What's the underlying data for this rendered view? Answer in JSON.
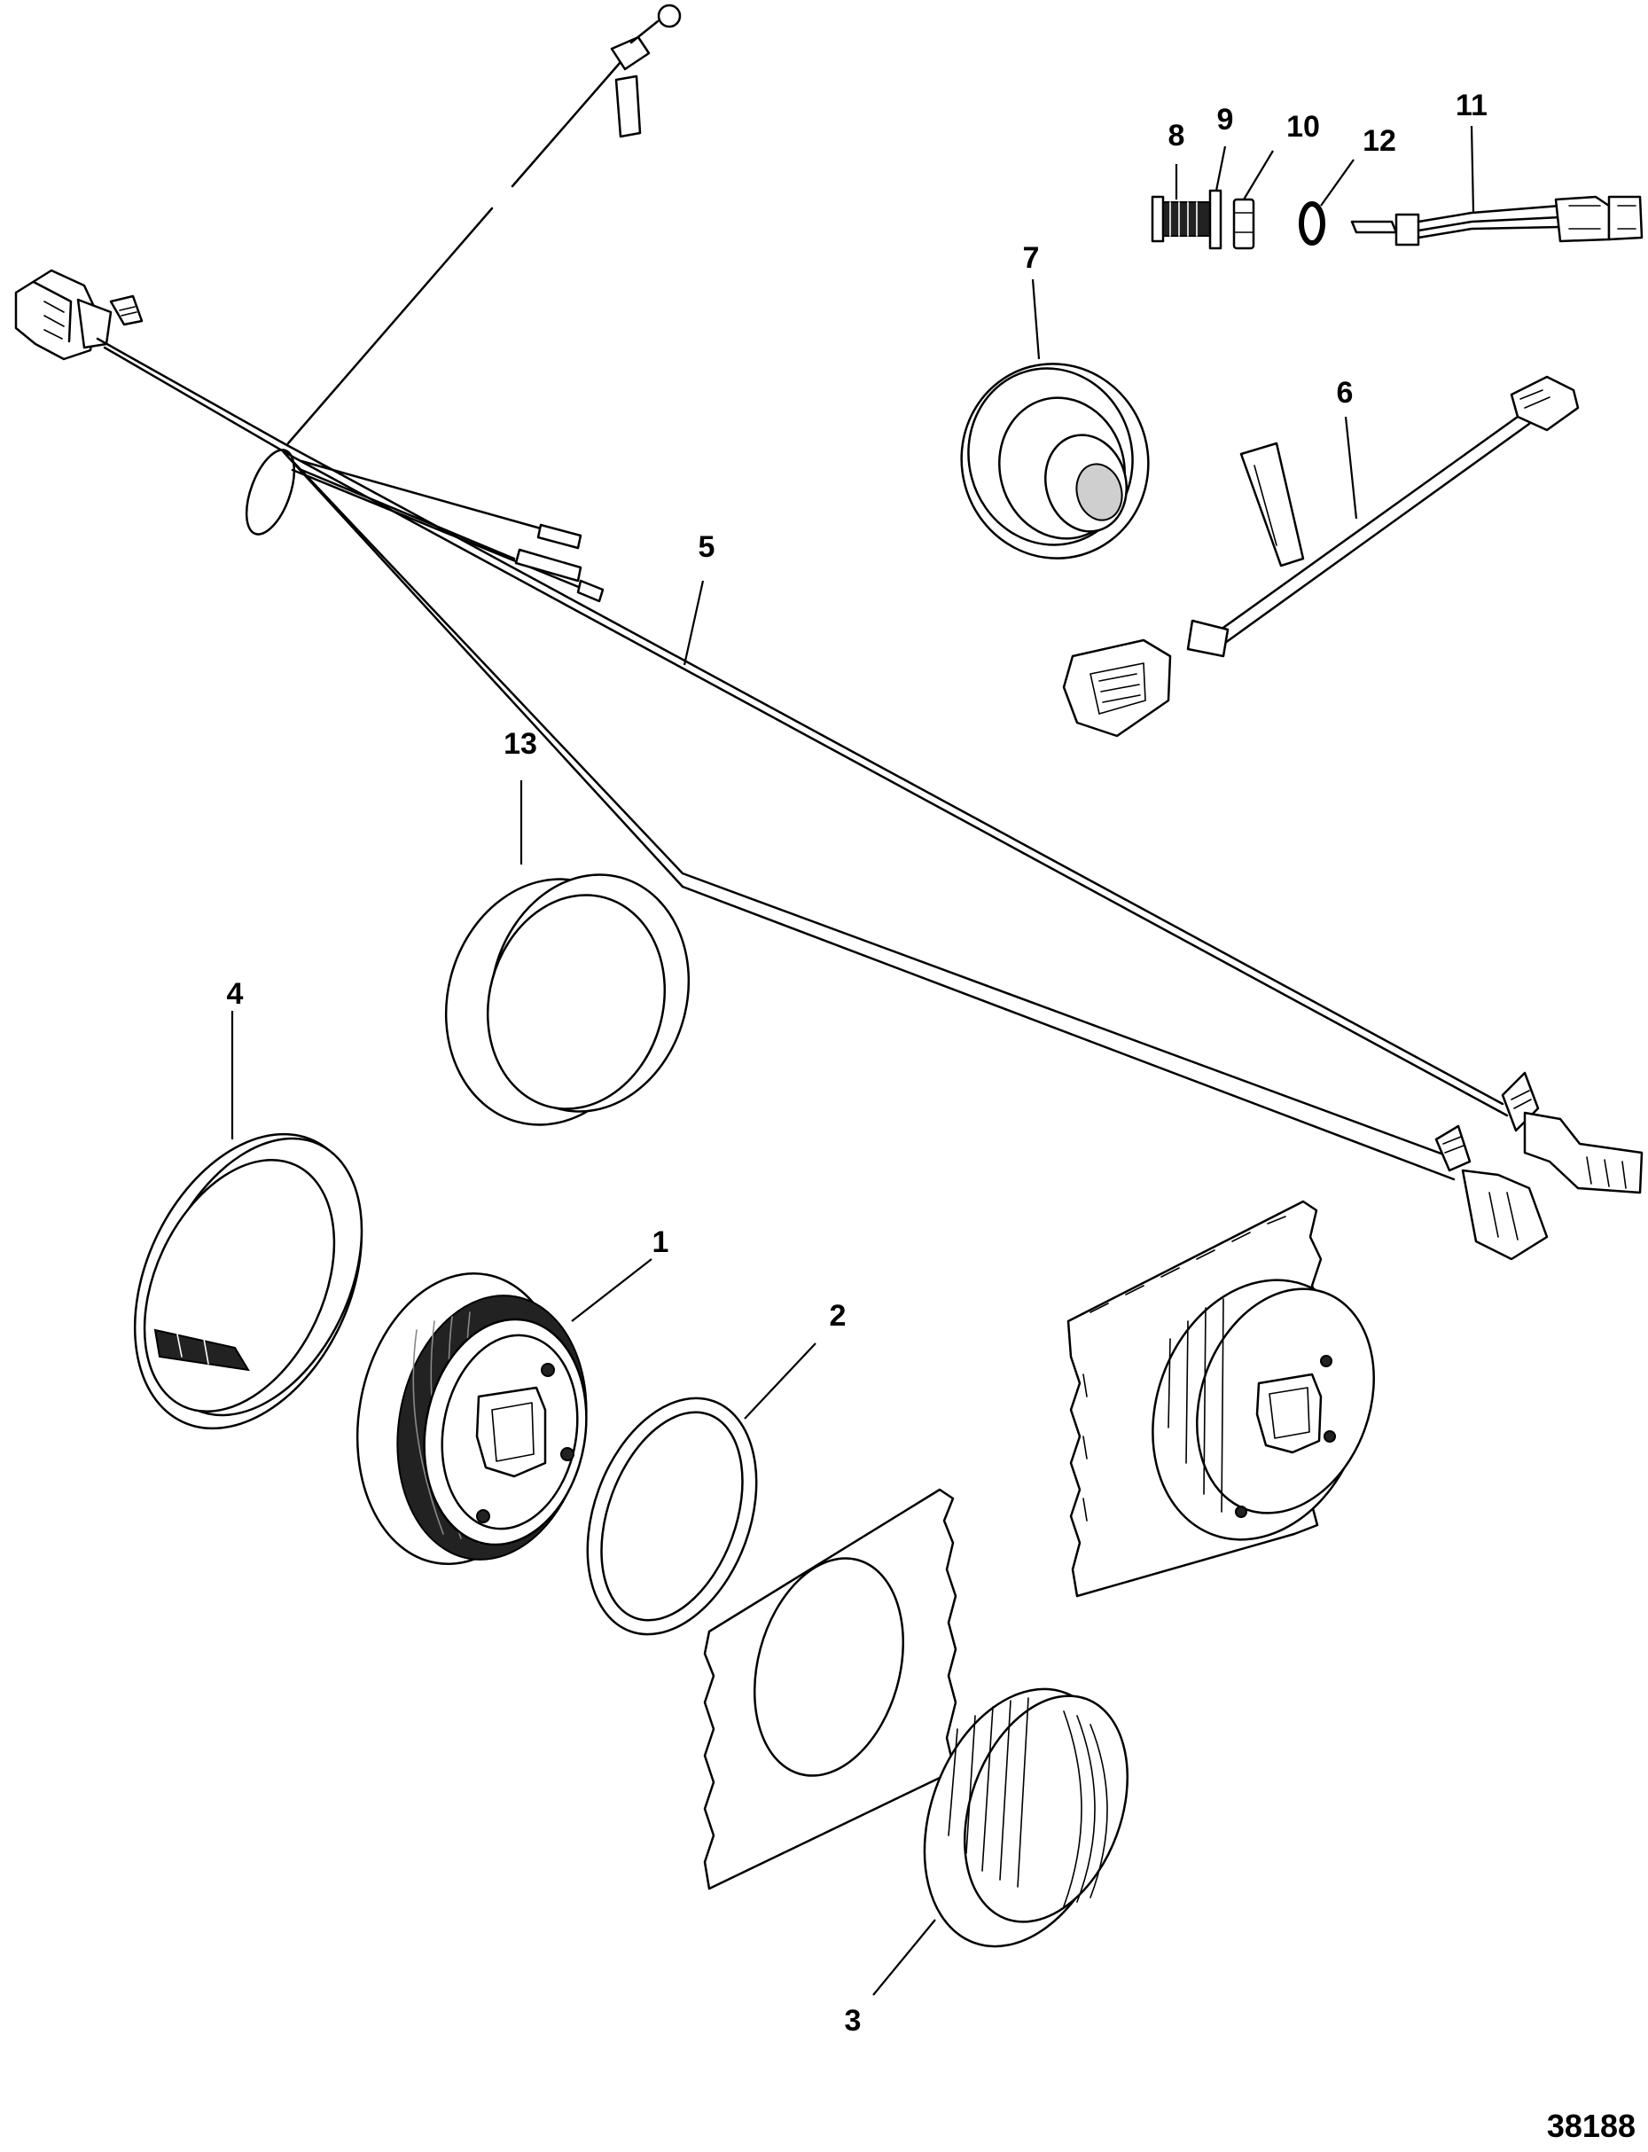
{
  "diagram": {
    "figure_number": "38188",
    "parts": [
      {
        "callout": "1",
        "icon": "gauge-body-icon"
      },
      {
        "callout": "2",
        "icon": "gasket-ring-icon"
      },
      {
        "callout": "3",
        "icon": "mounting-nut-icon"
      },
      {
        "callout": "4",
        "icon": "bezel-ring-icon"
      },
      {
        "callout": "5",
        "icon": "wiring-harness-icon"
      },
      {
        "callout": "6",
        "icon": "adapter-cable-icon"
      },
      {
        "callout": "7",
        "icon": "grommet-icon"
      },
      {
        "callout": "8",
        "icon": "screw-icon"
      },
      {
        "callout": "9",
        "icon": "washer-icon"
      },
      {
        "callout": "10",
        "icon": "nut-icon"
      },
      {
        "callout": "11",
        "icon": "sensor-lead-icon"
      },
      {
        "callout": "12",
        "icon": "o-ring-icon"
      },
      {
        "callout": "13",
        "icon": "sleeve-ring-icon"
      }
    ]
  }
}
